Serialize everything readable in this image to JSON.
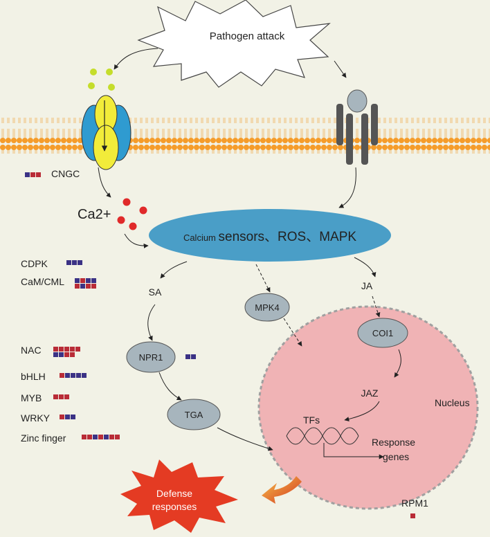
{
  "labels": {
    "pathogen": "Pathogen attack",
    "cngc": "CNGC",
    "ca": "Ca2+",
    "sensors_small": "Calcium ",
    "sensors_big": "sensors、ROS、MAPK",
    "sa": "SA",
    "ja": "JA",
    "mpk4": "MPK4",
    "coi1": "COI1",
    "npr1": "NPR1",
    "tga": "TGA",
    "jaz": "JAZ",
    "nucleus": "Nucleus",
    "tfs": "TFs",
    "response1": "Response",
    "response2": "genes",
    "defense1": "Defense",
    "defense2": "responses",
    "rpm1": "RPM1"
  },
  "gene_families": [
    {
      "name": "CDPK",
      "squares": [
        "b",
        "b",
        "b"
      ]
    },
    {
      "name": "CaM/CML",
      "squares": [
        "b",
        "r",
        "b",
        "b",
        "r",
        "b",
        "r",
        "r"
      ]
    },
    {
      "name": "NAC",
      "squares": [
        "r",
        "r",
        "r",
        "r",
        "r",
        "b",
        "b",
        "r",
        "r"
      ]
    },
    {
      "name": "bHLH",
      "squares": [
        "r",
        "b",
        "b",
        "b",
        "b"
      ]
    },
    {
      "name": "MYB",
      "squares": [
        "r",
        "r",
        "r"
      ]
    },
    {
      "name": "WRKY",
      "squares": [
        "r",
        "b",
        "b"
      ]
    },
    {
      "name": "Zinc finger",
      "squares": [
        "r",
        "r",
        "b",
        "r",
        "b",
        "r",
        "r"
      ]
    }
  ],
  "cngc_squares": [
    "b",
    "r",
    "r"
  ],
  "npr1_squares": [
    "b",
    "b"
  ],
  "rpm1_squares": [
    "r"
  ],
  "colors": {
    "background": "#f2f2e6",
    "membrane": "#f59c2a",
    "sensor": "#4a9ec7",
    "nucleus": "#f0b3b5",
    "node": "#a7b5bd",
    "defense": "#e43b23",
    "blue_square": "#3b3285",
    "red_square": "#b92c37",
    "calcium": "#e02a2a",
    "ligand": "#c5dd2b"
  }
}
